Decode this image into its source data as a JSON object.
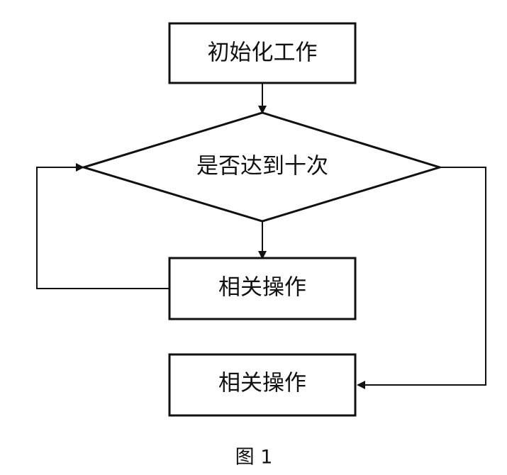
{
  "diagram": {
    "nodes": {
      "init": {
        "label": "初始化工作"
      },
      "decision": {
        "label": "是否达到十次"
      },
      "loop_action": {
        "label": "相关操作"
      },
      "exit_action": {
        "label": "相关操作"
      }
    },
    "caption": "图 1",
    "colors": {
      "stroke": "#111111",
      "text": "#111111",
      "background": "#ffffff"
    }
  }
}
